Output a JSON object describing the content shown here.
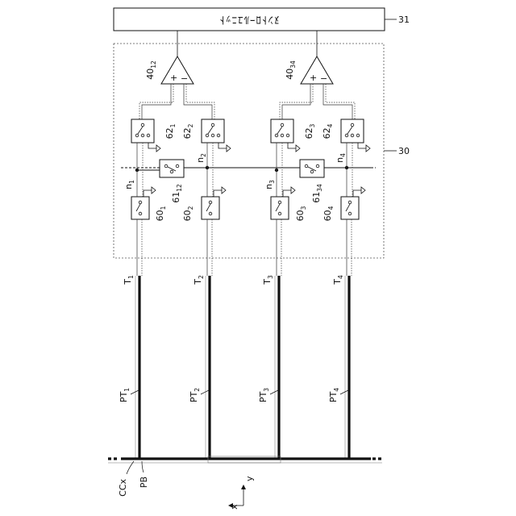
{
  "figure": {
    "control_unit": {
      "ref": "31",
      "text": "ﾇﾝﾄﾛｰﾙﾕﾆｯﾄ"
    },
    "switch_circuit_ref": "30",
    "amplifiers": [
      {
        "base": "40",
        "sub": "12"
      },
      {
        "base": "40",
        "sub": "34"
      }
    ],
    "upper_switches": [
      {
        "base": "62",
        "sub": "1"
      },
      {
        "base": "62",
        "sub": "2"
      },
      {
        "base": "62",
        "sub": "3"
      },
      {
        "base": "62",
        "sub": "4"
      }
    ],
    "middle_switches": [
      {
        "base": "61",
        "sub": "12"
      },
      {
        "base": "61",
        "sub": "34"
      }
    ],
    "lower_switches": [
      {
        "base": "60",
        "sub": "1"
      },
      {
        "base": "60",
        "sub": "2"
      },
      {
        "base": "60",
        "sub": "3"
      },
      {
        "base": "60",
        "sub": "4"
      }
    ],
    "nodes": [
      {
        "base": "n",
        "sub": "1"
      },
      {
        "base": "n",
        "sub": "2"
      },
      {
        "base": "n",
        "sub": "3"
      },
      {
        "base": "n",
        "sub": "4"
      }
    ],
    "terminals": [
      {
        "base": "T",
        "sub": "1"
      },
      {
        "base": "T",
        "sub": "2"
      },
      {
        "base": "T",
        "sub": "3"
      },
      {
        "base": "T",
        "sub": "4"
      }
    ],
    "patterns": [
      {
        "base": "PT",
        "sub": "1"
      },
      {
        "base": "PT",
        "sub": "2"
      },
      {
        "base": "PT",
        "sub": "3"
      },
      {
        "base": "PT",
        "sub": "4"
      }
    ],
    "bus_labels": {
      "ccx": "CCx",
      "pb": "PB"
    },
    "axes": {
      "x": "x",
      "y": "y"
    },
    "plus_sign": "+",
    "minus_sign": "−"
  }
}
